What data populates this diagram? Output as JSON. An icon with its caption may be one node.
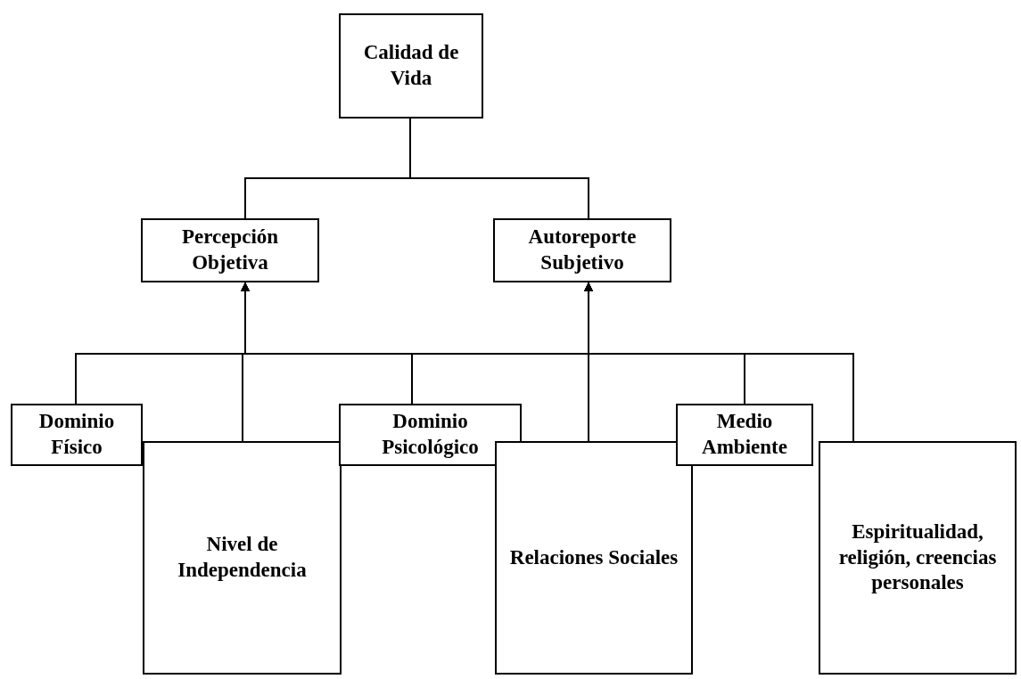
{
  "diagram": {
    "nodes": [
      {
        "text": [
          "Calidad de Vida"
        ]
      },
      {
        "text": [
          "Percepción Objetiva"
        ]
      },
      {
        "text": [
          "Autoreporte Subjetivo"
        ]
      },
      {
        "text": [
          "Dominio Físico"
        ]
      },
      {
        "text": [
          "Nivel de Independencia"
        ]
      },
      {
        "text": [
          "Dominio Psicológico"
        ]
      },
      {
        "text": [
          "Relaciones Sociales"
        ]
      },
      {
        "text": [
          "Medio Ambiente"
        ]
      },
      {
        "text": [
          "Espiritualidad, religión, creencias personales"
        ]
      }
    ],
    "edges": [
      {
        "from": 0,
        "to": 1,
        "arrow": "none"
      },
      {
        "from": 0,
        "to": 2,
        "arrow": "none"
      },
      {
        "from": 3,
        "to": 1,
        "arrow": "to"
      },
      {
        "from": 4,
        "to": 1,
        "arrow": "to"
      },
      {
        "from": 5,
        "to": 1,
        "arrow": "to"
      },
      {
        "from": 6,
        "to": 1,
        "arrow": "to"
      },
      {
        "from": 7,
        "to": 1,
        "arrow": "to"
      },
      {
        "from": 8,
        "to": 1,
        "arrow": "to"
      },
      {
        "from": 3,
        "to": 2,
        "arrow": "to"
      },
      {
        "from": 4,
        "to": 2,
        "arrow": "to"
      },
      {
        "from": 5,
        "to": 2,
        "arrow": "to"
      },
      {
        "from": 6,
        "to": 2,
        "arrow": "to"
      },
      {
        "from": 7,
        "to": 2,
        "arrow": "to"
      },
      {
        "from": 8,
        "to": 2,
        "arrow": "to"
      }
    ]
  }
}
